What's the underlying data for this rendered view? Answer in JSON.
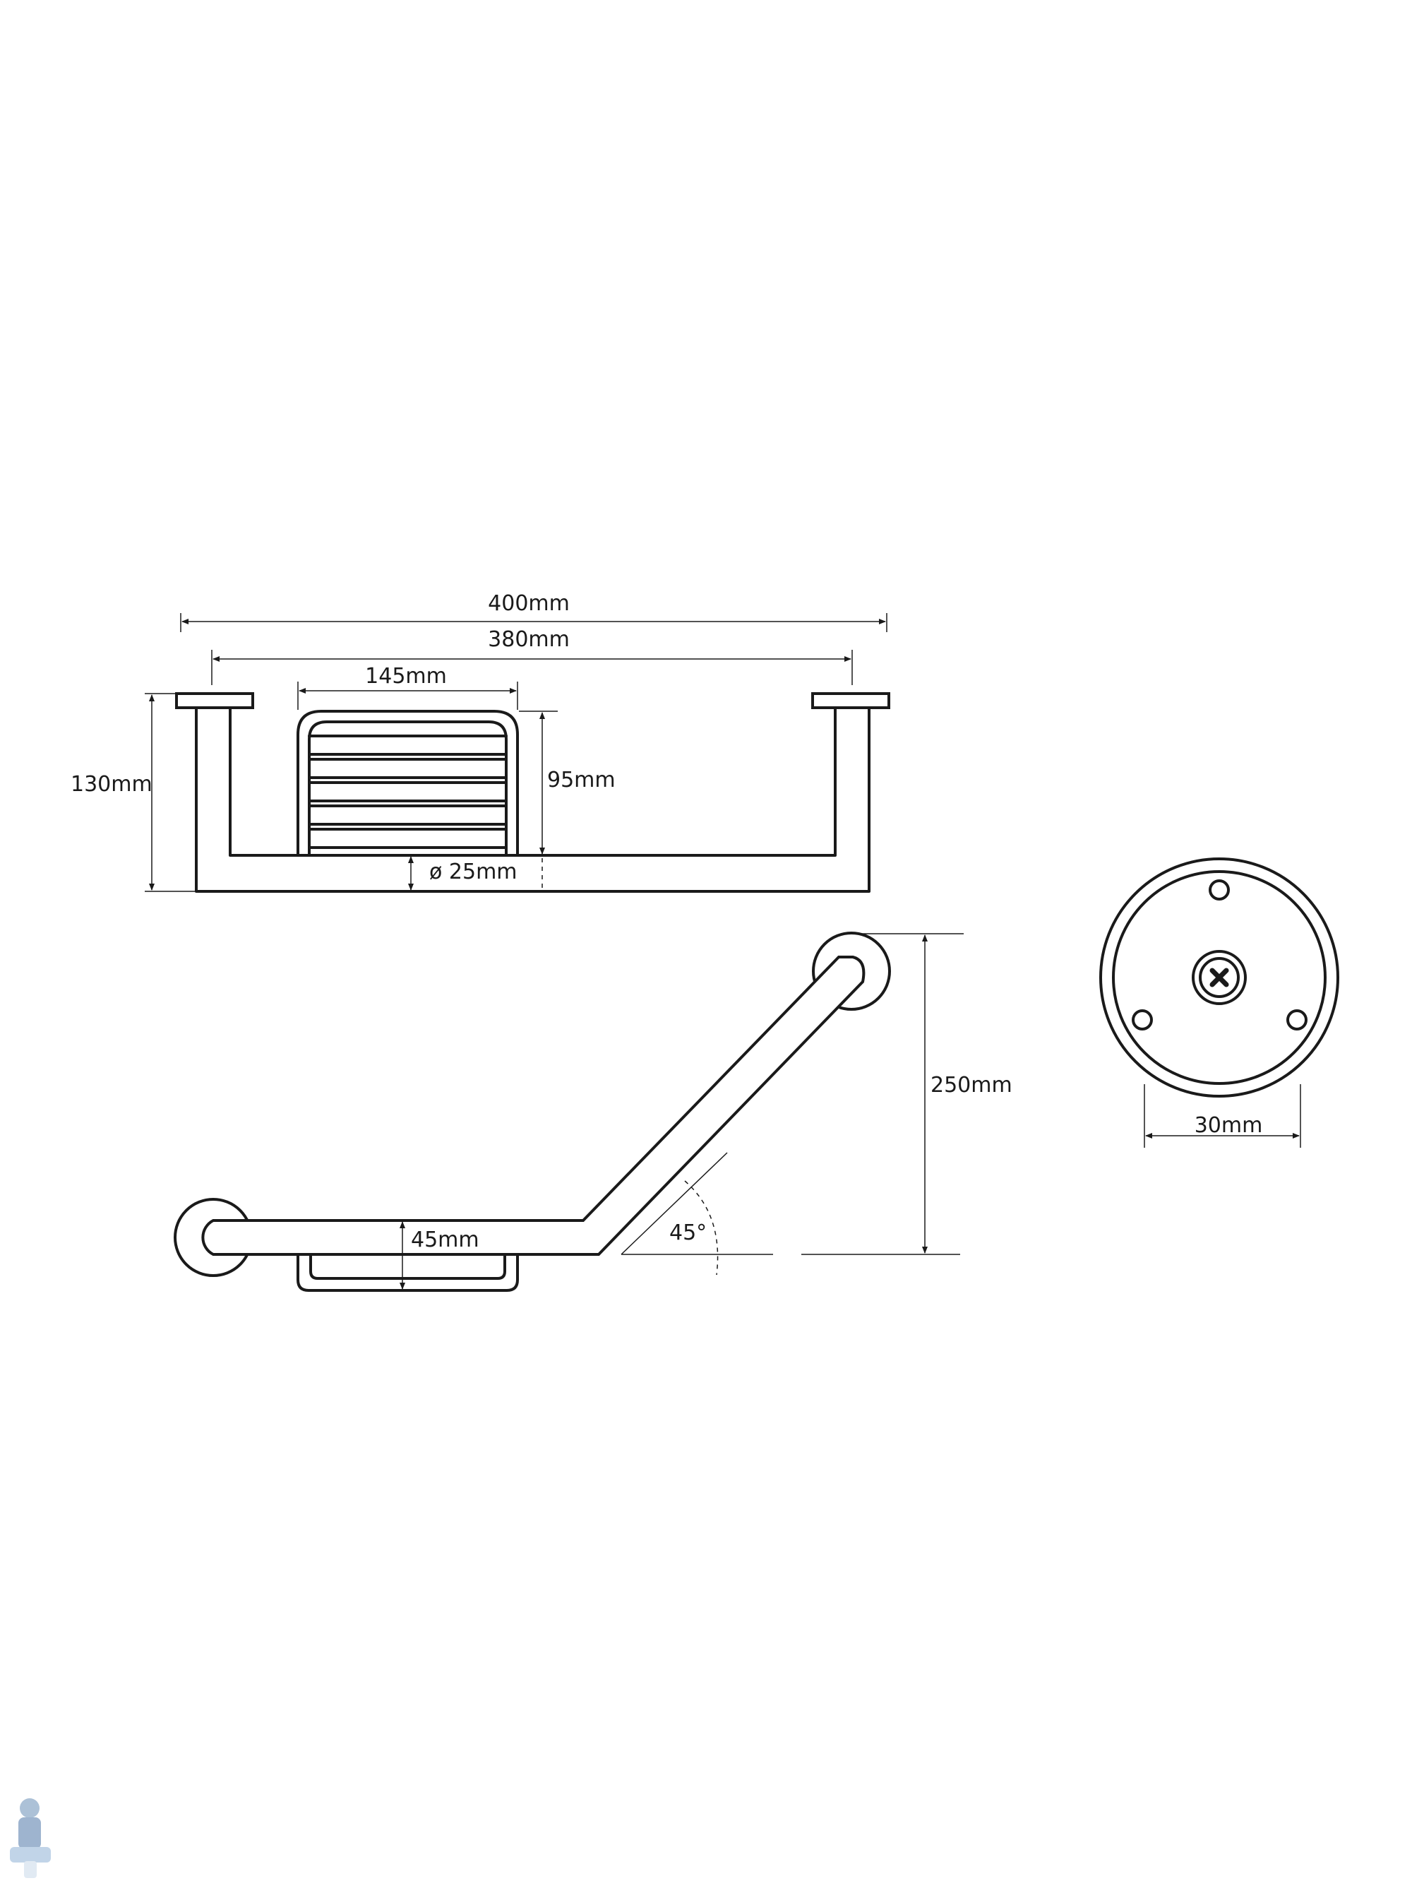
{
  "dimensions": {
    "total_width": "400mm",
    "mount_spacing": "380mm",
    "basket_width": "145mm",
    "basket_height": "95mm",
    "overall_depth": "130mm",
    "tube_diameter": "ø 25mm",
    "angled_height": "250mm",
    "basket_depth": "45mm",
    "angle": "45°",
    "flange_hole_spacing": "30mm"
  },
  "colors": {
    "line": "#1a1a1a",
    "background": "#ffffff"
  },
  "icons": [
    "plumber-mascot-logo"
  ]
}
